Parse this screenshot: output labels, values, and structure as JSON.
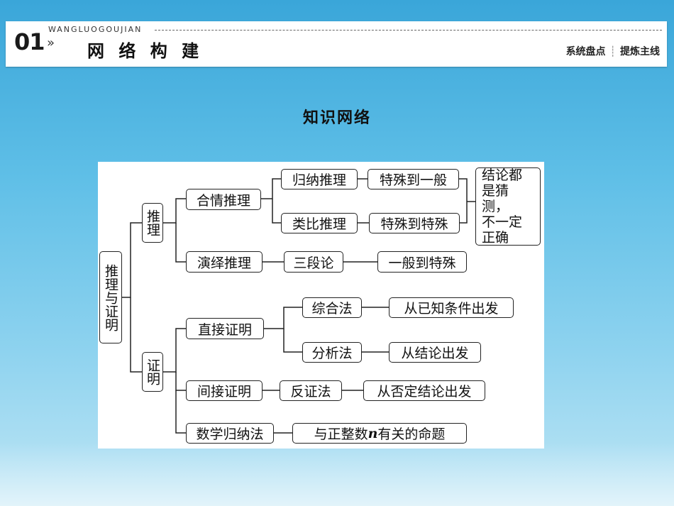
{
  "header": {
    "number": "01",
    "chevron": "»",
    "english": "WANGLUOGOUJIAN",
    "title": "网 络 构 建",
    "right_left": "系统盘点",
    "right_sep": "┊",
    "right_right": "提炼主线"
  },
  "section_title": "知识网络",
  "diagram": {
    "root": "推理与证明",
    "inference": "推理",
    "proof": "证明",
    "plausible": "合情推理",
    "induction": "归纳推理",
    "induction_desc": "特殊到一般",
    "analogy": "类比推理",
    "analogy_desc": "特殊到特殊",
    "conclusion": [
      "结论都",
      "是猜测，",
      "不一定",
      "正确"
    ],
    "deductive": "演绎推理",
    "syllogism": "三段论",
    "deductive_desc": "一般到特殊",
    "direct": "直接证明",
    "synthetic": "综合法",
    "synthetic_desc": "从已知条件出发",
    "analytic": "分析法",
    "analytic_desc": "从结论出发",
    "indirect": "间接证明",
    "contradiction": "反证法",
    "contradiction_desc": "从否定结论出发",
    "math_induction": "数学归纳法",
    "math_induction_desc_pre": "与正整数 ",
    "math_induction_desc_var": "n",
    "math_induction_desc_post": " 有关的命题"
  }
}
